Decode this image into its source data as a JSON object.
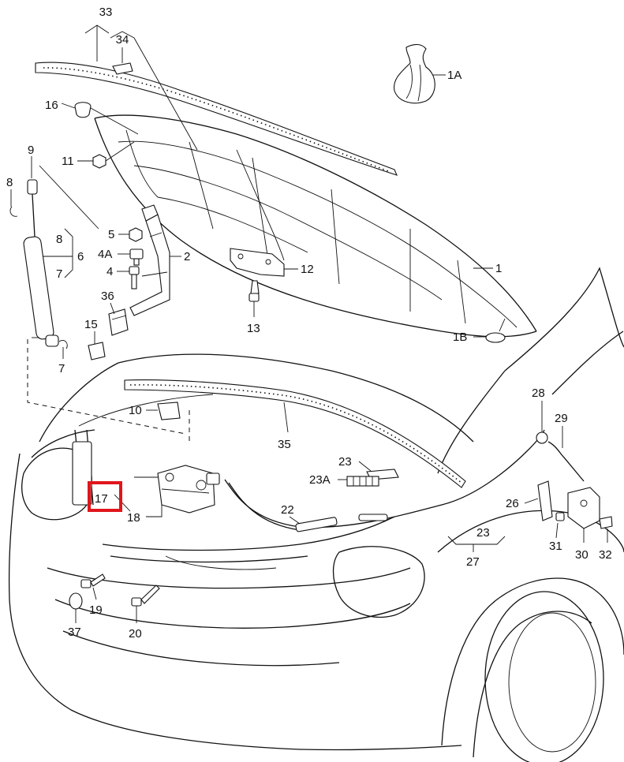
{
  "diagram": {
    "highlight_color": "#e0161b",
    "callouts": [
      {
        "id": "c33",
        "label": "33"
      },
      {
        "id": "c34",
        "label": "34"
      },
      {
        "id": "c1A",
        "label": "1A"
      },
      {
        "id": "c16",
        "label": "16"
      },
      {
        "id": "c9",
        "label": "9"
      },
      {
        "id": "c11",
        "label": "11"
      },
      {
        "id": "c8",
        "label": "8"
      },
      {
        "id": "c8b",
        "label": "8"
      },
      {
        "id": "c6",
        "label": "6"
      },
      {
        "id": "c7a",
        "label": "7"
      },
      {
        "id": "c5",
        "label": "5"
      },
      {
        "id": "c4A",
        "label": "4A"
      },
      {
        "id": "c2",
        "label": "2"
      },
      {
        "id": "c4",
        "label": "4"
      },
      {
        "id": "c12",
        "label": "12"
      },
      {
        "id": "c1",
        "label": "1"
      },
      {
        "id": "c36",
        "label": "36"
      },
      {
        "id": "c15",
        "label": "15"
      },
      {
        "id": "c13",
        "label": "13"
      },
      {
        "id": "c1B",
        "label": "1B"
      },
      {
        "id": "c7b",
        "label": "7"
      },
      {
        "id": "c10",
        "label": "10"
      },
      {
        "id": "c28",
        "label": "28"
      },
      {
        "id": "c29",
        "label": "29"
      },
      {
        "id": "c35",
        "label": "35"
      },
      {
        "id": "c23a",
        "label": "23"
      },
      {
        "id": "c23A",
        "label": "23A"
      },
      {
        "id": "c17",
        "label": "17"
      },
      {
        "id": "c18",
        "label": "18"
      },
      {
        "id": "c22",
        "label": "22"
      },
      {
        "id": "c26",
        "label": "26"
      },
      {
        "id": "c23b",
        "label": "23"
      },
      {
        "id": "c31",
        "label": "31"
      },
      {
        "id": "c30",
        "label": "30"
      },
      {
        "id": "c32",
        "label": "32"
      },
      {
        "id": "c27",
        "label": "27"
      },
      {
        "id": "c19",
        "label": "19"
      },
      {
        "id": "c20",
        "label": "20"
      },
      {
        "id": "c37",
        "label": "37"
      }
    ]
  }
}
